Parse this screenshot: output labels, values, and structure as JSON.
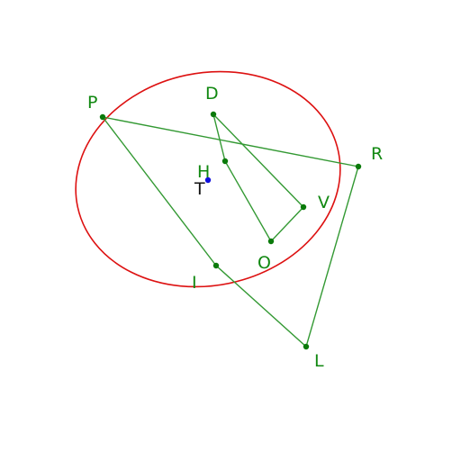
{
  "colors": {
    "ellipse": "#dd1111",
    "segment": "#339933",
    "point": "#0a7a0a",
    "label": "#118811",
    "center_point": "#1010dd",
    "center_label": "#111111"
  },
  "labels": {
    "P": "P",
    "D": "D",
    "R": "R",
    "H": "H",
    "T": "T",
    "V": "V",
    "O": "O",
    "I": "I",
    "L": "L"
  }
}
